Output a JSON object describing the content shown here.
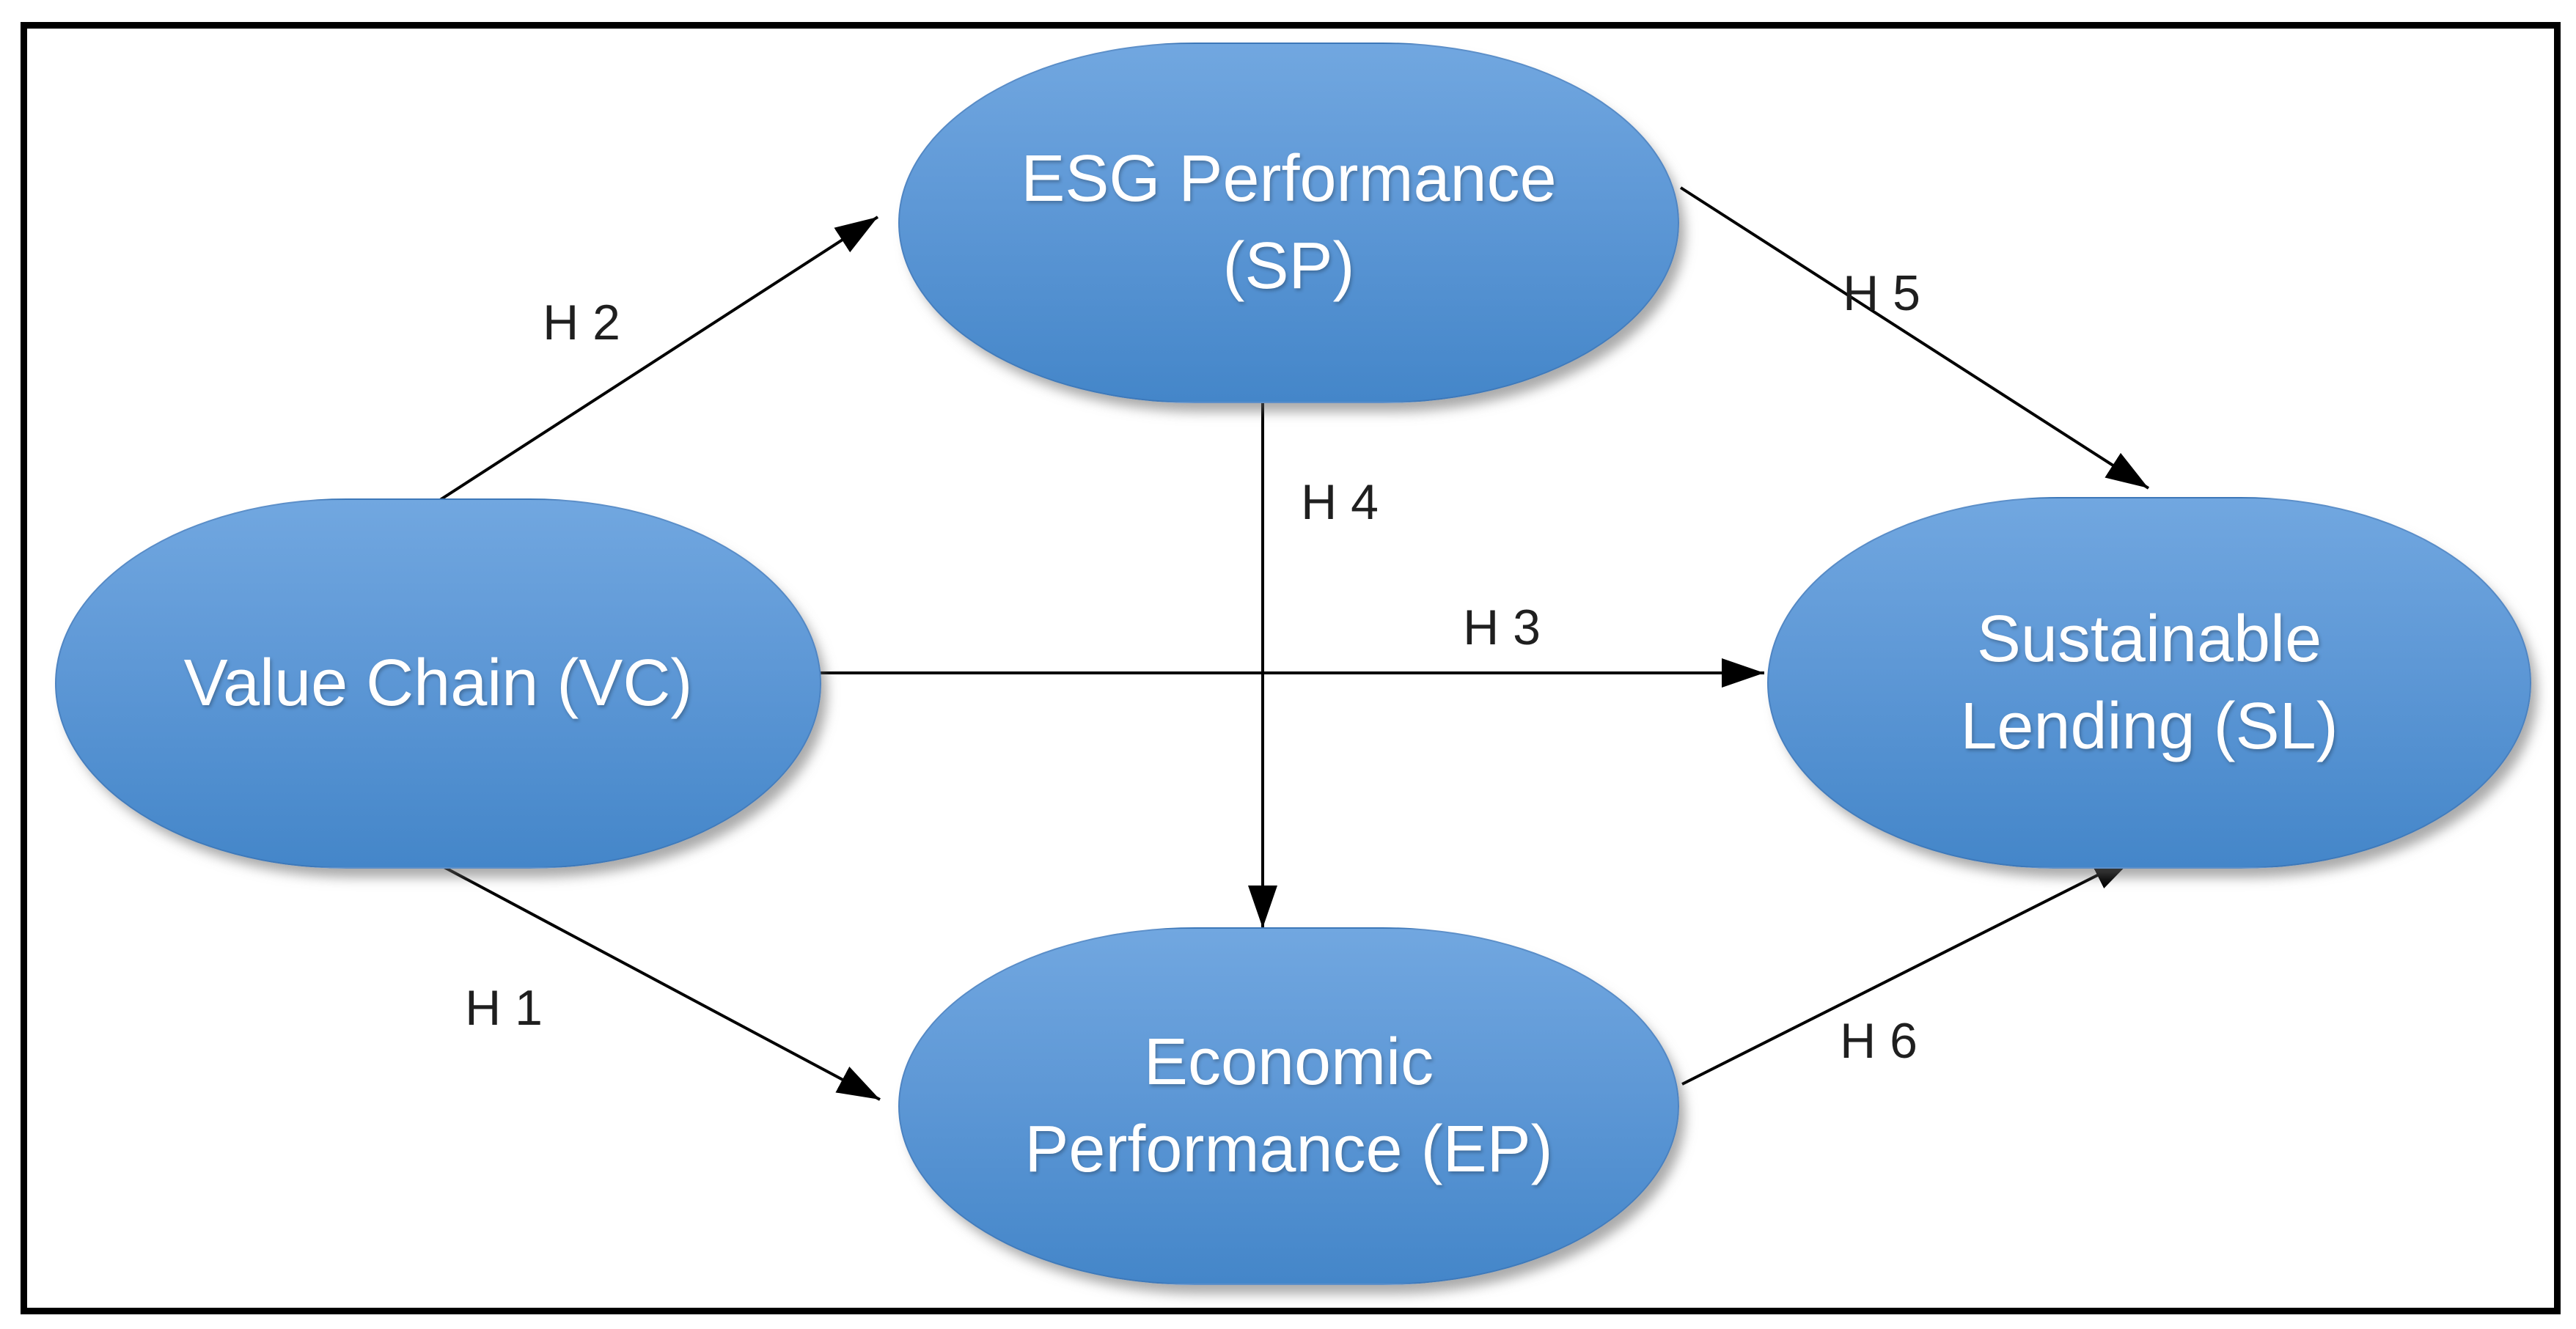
{
  "diagram": {
    "nodes": [
      {
        "id": "VC",
        "line1": "Value Chain (VC)",
        "line2": ""
      },
      {
        "id": "SP",
        "line1": "ESG Performance",
        "line2": "(SP)"
      },
      {
        "id": "SL",
        "line1": "Sustainable",
        "line2": "Lending (SL)"
      },
      {
        "id": "EP",
        "line1": "Economic",
        "line2": "Performance (EP)"
      }
    ],
    "edges": [
      {
        "label": "H 1",
        "from": "VC",
        "to": "EP"
      },
      {
        "label": "H 2",
        "from": "VC",
        "to": "SP"
      },
      {
        "label": "H 3",
        "from": "VC",
        "to": "SL"
      },
      {
        "label": "H 4",
        "from": "SP",
        "to": "EP"
      },
      {
        "label": "H 5",
        "from": "SP",
        "to": "SL"
      },
      {
        "label": "H 6",
        "from": "EP",
        "to": "SL"
      }
    ],
    "colors": {
      "node_fill_top": "#6BA1DC",
      "node_fill_bottom": "#4486C9",
      "node_text": "#FFFFFF",
      "arrow": "#000000",
      "label_text": "#1F1F1F",
      "border": "#000000",
      "background": "#FFFFFF"
    }
  }
}
